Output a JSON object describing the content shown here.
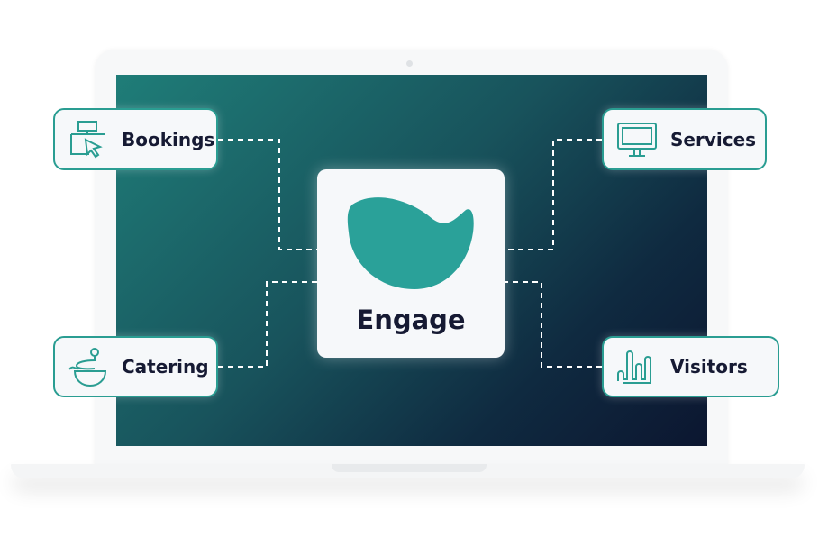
{
  "center": {
    "title": "Engage"
  },
  "modules": [
    {
      "label": "Bookings",
      "icon": "booking-cursor-icon"
    },
    {
      "label": "Catering",
      "icon": "catering-bowl-icon"
    },
    {
      "label": "Services",
      "icon": "monitor-icon"
    },
    {
      "label": "Visitors",
      "icon": "visitors-chart-icon"
    }
  ],
  "colors": {
    "accent": "#2a9d92",
    "text": "#161a33",
    "card": "#f6f8fa"
  }
}
